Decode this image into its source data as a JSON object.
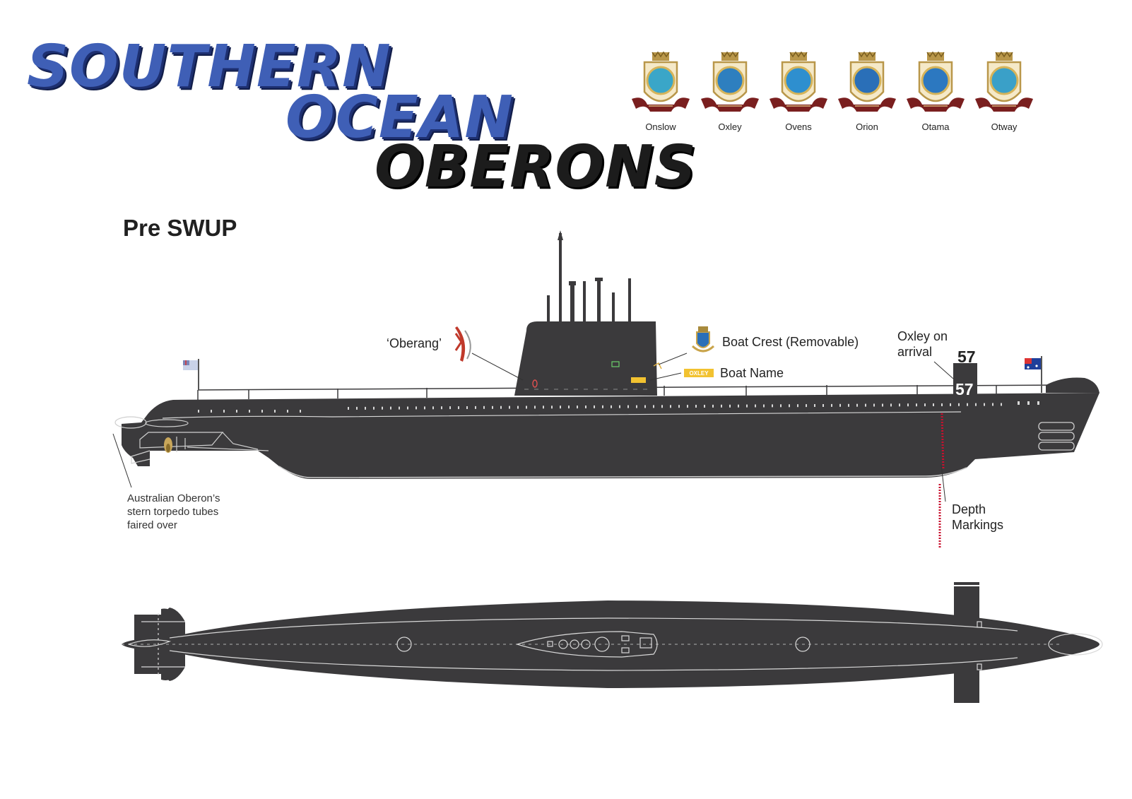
{
  "title": {
    "line1": "Southern",
    "line2": "Ocean",
    "line3": "Oberons"
  },
  "section_title": "Pre SWUP",
  "crests": [
    {
      "name": "Onslow",
      "color": "#3aa6c8"
    },
    {
      "name": "Oxley",
      "color": "#2e7fbf"
    },
    {
      "name": "Ovens",
      "color": "#2e8fcf"
    },
    {
      "name": "Orion",
      "color": "#2a6fb8"
    },
    {
      "name": "Otama",
      "color": "#2c78c0"
    },
    {
      "name": "Otway",
      "color": "#3aa0c8"
    }
  ],
  "labels": {
    "oberang": "‘Oberang’",
    "boat_crest": "Boat Crest (Removable)",
    "boat_name": "Boat Name",
    "boat_name_plate": "OXLEY",
    "oxley_line1": "Oxley on",
    "oxley_line2": "arrival",
    "pennant_upper": "57",
    "pennant_lower": "57",
    "stern_line1": "Australian Oberon’s",
    "stern_line2": "stern torpedo tubes",
    "stern_line3": "faired over",
    "depth_line1": "Depth",
    "depth_line2": "Markings"
  },
  "colors": {
    "hull": "#3b3a3c",
    "title_blue": "#3f5fb6",
    "title_black": "#1c1c1c",
    "depth_marks": "#c8102e",
    "name_plate": "#f2c230",
    "oberang": "#c0392b"
  }
}
